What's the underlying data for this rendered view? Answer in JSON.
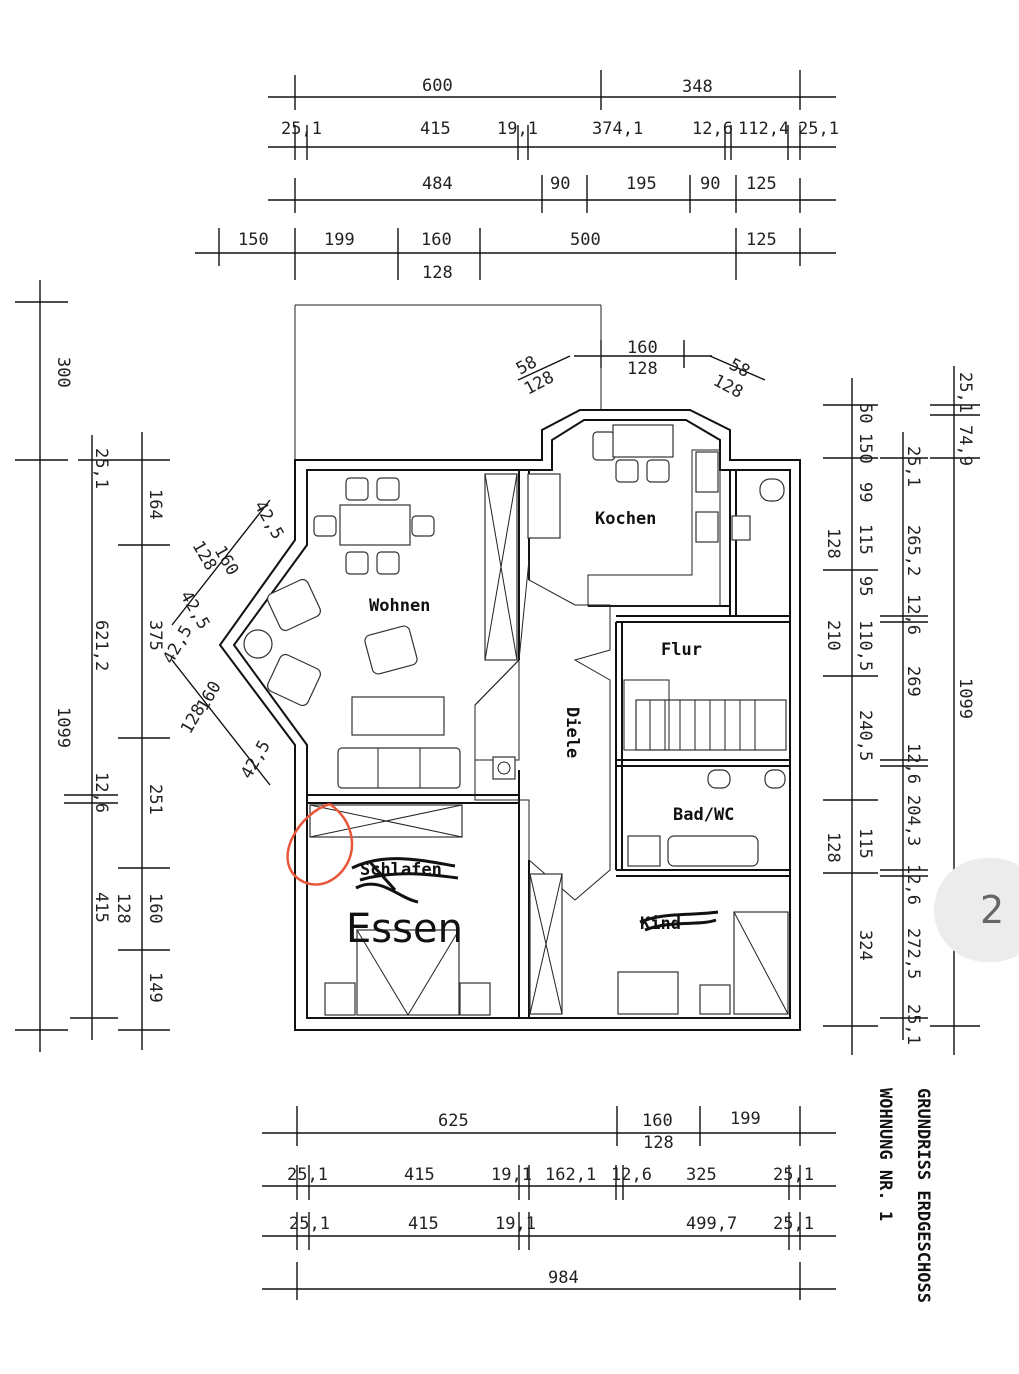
{
  "title": {
    "line1": "GRUNDRISS ERDGESCHOSS",
    "line2": "WOHNUNG NR. 1"
  },
  "rooms": {
    "wohnen": "Wohnen",
    "kochen": "Kochen",
    "flur": "Flur",
    "diele": "Diele",
    "bad": "Bad/WC",
    "schlafen_struck": "Schlafen",
    "essen_handwritten": "Essen",
    "kind_struck": "Kind"
  },
  "top_dims": {
    "row1": [
      "600",
      "348"
    ],
    "row2": [
      "25,1",
      "415",
      "19,1",
      "374,1",
      "12,6",
      "112,4",
      "25,1"
    ],
    "row3": [
      "484",
      "90",
      "195",
      "90",
      "125"
    ],
    "row4_top": [
      "150",
      "199",
      "160",
      "500",
      "125"
    ],
    "row4_bottom": "128"
  },
  "bay_dims": {
    "top_left": [
      "58",
      "128"
    ],
    "top_center": [
      "160",
      "128"
    ],
    "top_right": [
      "58",
      "128"
    ],
    "left_upper": [
      "42,5",
      "160",
      "128",
      "42,5"
    ],
    "left_lower": [
      "42,5",
      "160",
      "128",
      "42,5"
    ]
  },
  "left_dims": {
    "outer": [
      "300",
      "1099"
    ],
    "mid": [
      "621,2",
      "12,6",
      "415"
    ],
    "inner": [
      "25,1",
      "164",
      "375",
      "251",
      "128",
      "160",
      "149"
    ]
  },
  "right_dims": {
    "col1": [
      "50",
      "128",
      "210",
      "128"
    ],
    "col2": [
      "150",
      "99",
      "115",
      "95",
      "110,5",
      "240,5",
      "115",
      "324"
    ],
    "col3": [
      "25,1",
      "265,2",
      "12,6",
      "269",
      "12,6",
      "204,3",
      "12,6",
      "272,5",
      "25,1"
    ],
    "col4": [
      "25,1",
      "74,9",
      "1099"
    ]
  },
  "bottom_dims": {
    "row1": [
      "625",
      "160",
      "199"
    ],
    "row1_sub": "128",
    "row2": [
      "25,1",
      "415",
      "19,1",
      "162,1",
      "12,6",
      "325",
      "25,1"
    ],
    "row3": [
      "25,1",
      "415",
      "19,1",
      "499,7",
      "25,1"
    ],
    "row4": "984"
  },
  "page_badge": "2",
  "colors": {
    "annotation": "#e8573a",
    "badge": "#ececec"
  }
}
